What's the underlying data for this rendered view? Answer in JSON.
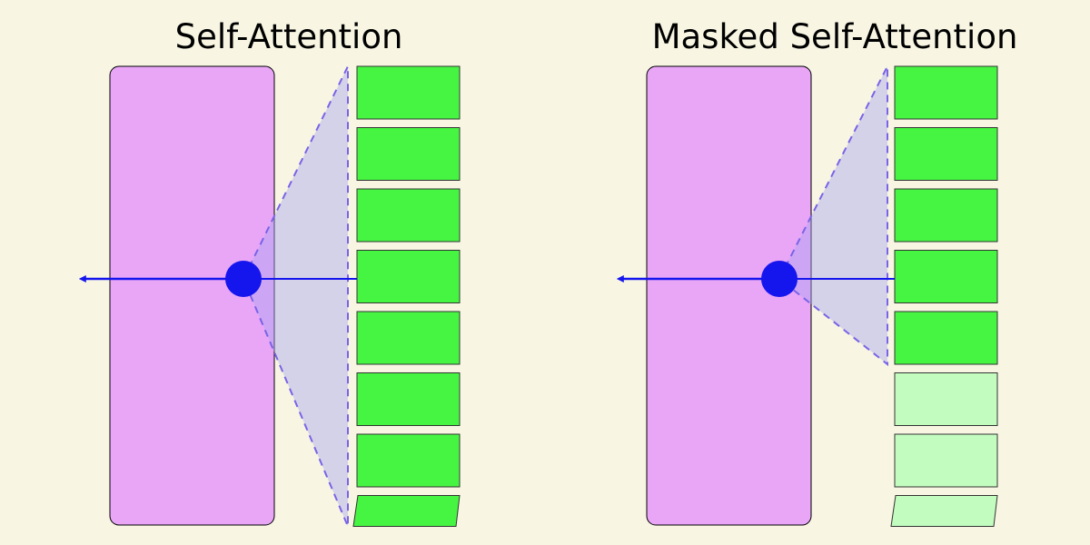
{
  "colors": {
    "background": "#f8f6e3",
    "layer_fill": "#e9a6f7",
    "token_active": "#46f542",
    "token_masked": "#c3fcbf",
    "attention_fill": "#a8a6f0",
    "attention_edge": "#7a63e6",
    "arrow": "#1515ee",
    "node": "#1515ee"
  },
  "panels": [
    {
      "title": "Self-Attention",
      "tokens": [
        {
          "state": "active"
        },
        {
          "state": "active"
        },
        {
          "state": "active"
        },
        {
          "state": "active"
        },
        {
          "state": "active"
        },
        {
          "state": "active"
        },
        {
          "state": "active"
        },
        {
          "state": "active"
        }
      ]
    },
    {
      "title": "Masked Self-Attention",
      "tokens": [
        {
          "state": "active"
        },
        {
          "state": "active"
        },
        {
          "state": "active"
        },
        {
          "state": "active"
        },
        {
          "state": "active"
        },
        {
          "state": "masked"
        },
        {
          "state": "masked"
        },
        {
          "state": "masked"
        }
      ]
    }
  ]
}
